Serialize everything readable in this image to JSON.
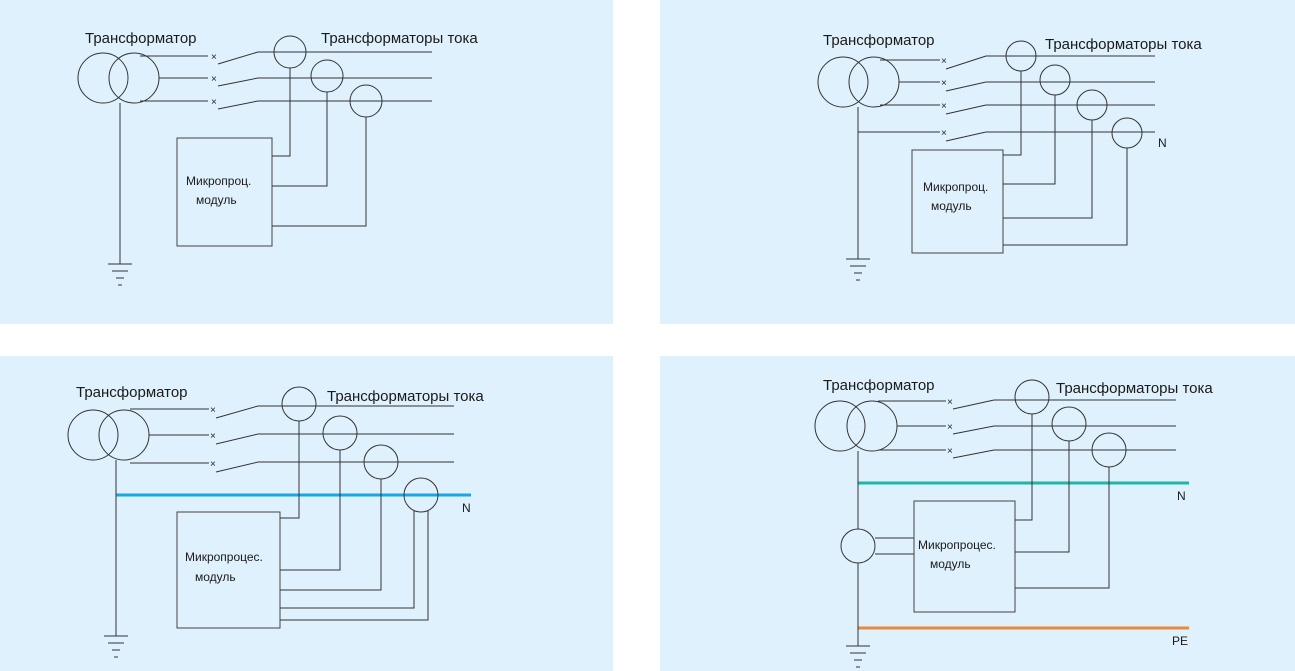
{
  "colors": {
    "panel_background": "#dff1fc",
    "wire": "#333333",
    "neutral_blue": "#1aa6e6",
    "neutral_teal": "#1fb5a8",
    "pe_orange": "#e88b3c"
  },
  "panels": [
    {
      "id": "top-left",
      "transformer_label": "Трансформатор",
      "ct_label": "Трансформаторы тока",
      "module_line1": "Микропроц.",
      "module_line2": "модуль",
      "breaker_mark": "×",
      "bus_n_label": "",
      "bus_pe_label": ""
    },
    {
      "id": "top-right",
      "transformer_label": "Трансформатор",
      "ct_label": "Трансформаторы тока",
      "module_line1": "Микропроц.",
      "module_line2": "модуль",
      "breaker_mark": "×",
      "bus_n_label": "N",
      "bus_pe_label": ""
    },
    {
      "id": "bottom-left",
      "transformer_label": "Трансформатор",
      "ct_label": "Трансформаторы тока",
      "module_line1": "Микропроцес.",
      "module_line2": "модуль",
      "breaker_mark": "×",
      "bus_n_label": "N",
      "bus_pe_label": ""
    },
    {
      "id": "bottom-right",
      "transformer_label": "Трансформатор",
      "ct_label": "Трансформаторы тока",
      "module_line1": "Микропроцес.",
      "module_line2": "модуль",
      "breaker_mark": "×",
      "bus_n_label": "N",
      "bus_pe_label": "PE"
    }
  ]
}
